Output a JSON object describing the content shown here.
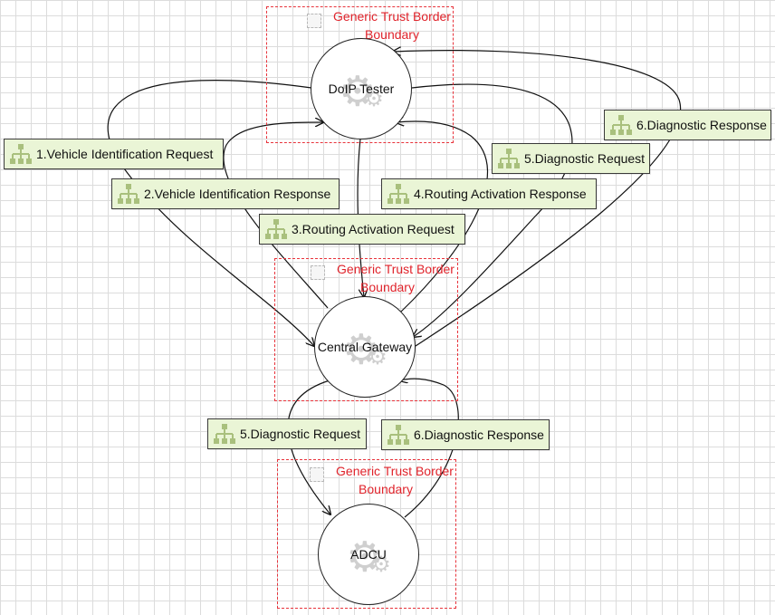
{
  "boundaries": [
    {
      "label_line1": "Generic Trust Border",
      "label_line2": "Boundary"
    },
    {
      "label_line1": "Generic Trust Border",
      "label_line2": "Boundary"
    },
    {
      "label_line1": "Generic Trust Border",
      "label_line2": "Boundary"
    }
  ],
  "processes": {
    "doip_tester": "DoIP Tester",
    "central_gateway": "Central Gateway",
    "adcu": "ADCU"
  },
  "flows": [
    "1.Vehicle Identification Request",
    "2.Vehicle Identification Response",
    "3.Routing Activation Request",
    "4.Routing Activation Response",
    "5.Diagnostic Request",
    "6.Diagnostic Response",
    "5.Diagnostic Request",
    "6.Diagnostic Response"
  ],
  "icons": {
    "process": "gear-icon",
    "flow": "dataflow-icon",
    "boundary": "boundary-icon"
  },
  "colors": {
    "boundary": "#e8333b",
    "flow_label_bg": "#eaf5d6"
  }
}
